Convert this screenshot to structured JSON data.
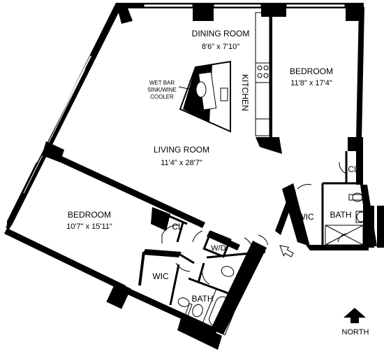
{
  "rooms": {
    "dining": {
      "name": "DINING ROOM",
      "dims": "8'6\" x 7'10\""
    },
    "bedroom_ne": {
      "name": "BEDROOM",
      "dims": "11'8\" x 17'4\""
    },
    "kitchen": {
      "name": "KITCHEN"
    },
    "living": {
      "name": "LIVING ROOM",
      "dims": "11'4\" x 28'7\""
    },
    "bedroom_w": {
      "name": "BEDROOM",
      "dims": "10'7\" x 15'11\""
    }
  },
  "labels": {
    "wet_bar": [
      "WET BAR",
      "SINK/WINE",
      "COOLER"
    ],
    "cl_bedroom": "CL",
    "cl_east": "CL",
    "wic_east": "WIC",
    "wic_west": "WIC",
    "bath_east": "BATH",
    "bath_south": "BATH",
    "wd": "W/D",
    "north": "NORTH"
  },
  "icons": {
    "north_arrow": "north-arrow-icon",
    "entry_arrow": "entry-arrow-icon"
  },
  "colors": {
    "wall": "#000000",
    "background": "#ffffff"
  }
}
